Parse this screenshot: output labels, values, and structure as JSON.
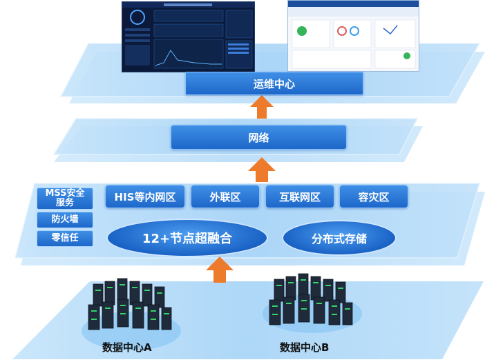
{
  "top": {
    "ops_label": "运维中心"
  },
  "network": {
    "label": "网络"
  },
  "middle": {
    "security_items": [
      "MSS安全服务",
      "防火墙",
      "零信任"
    ],
    "zones": [
      "HIS等内网区",
      "外联区",
      "互联网区",
      "容灾区"
    ],
    "hyperconverged_label": "12+节点超融合",
    "storage_label": "分布式存储"
  },
  "bottom": {
    "dc_a_label": "数据中心A",
    "dc_b_label": "数据中心B"
  },
  "colors": {
    "plane_fill": "#b6dcf8",
    "plane_edge": "#cfeaff",
    "button_blue": "#2a78d8",
    "arrow": "#ee7b2b"
  }
}
